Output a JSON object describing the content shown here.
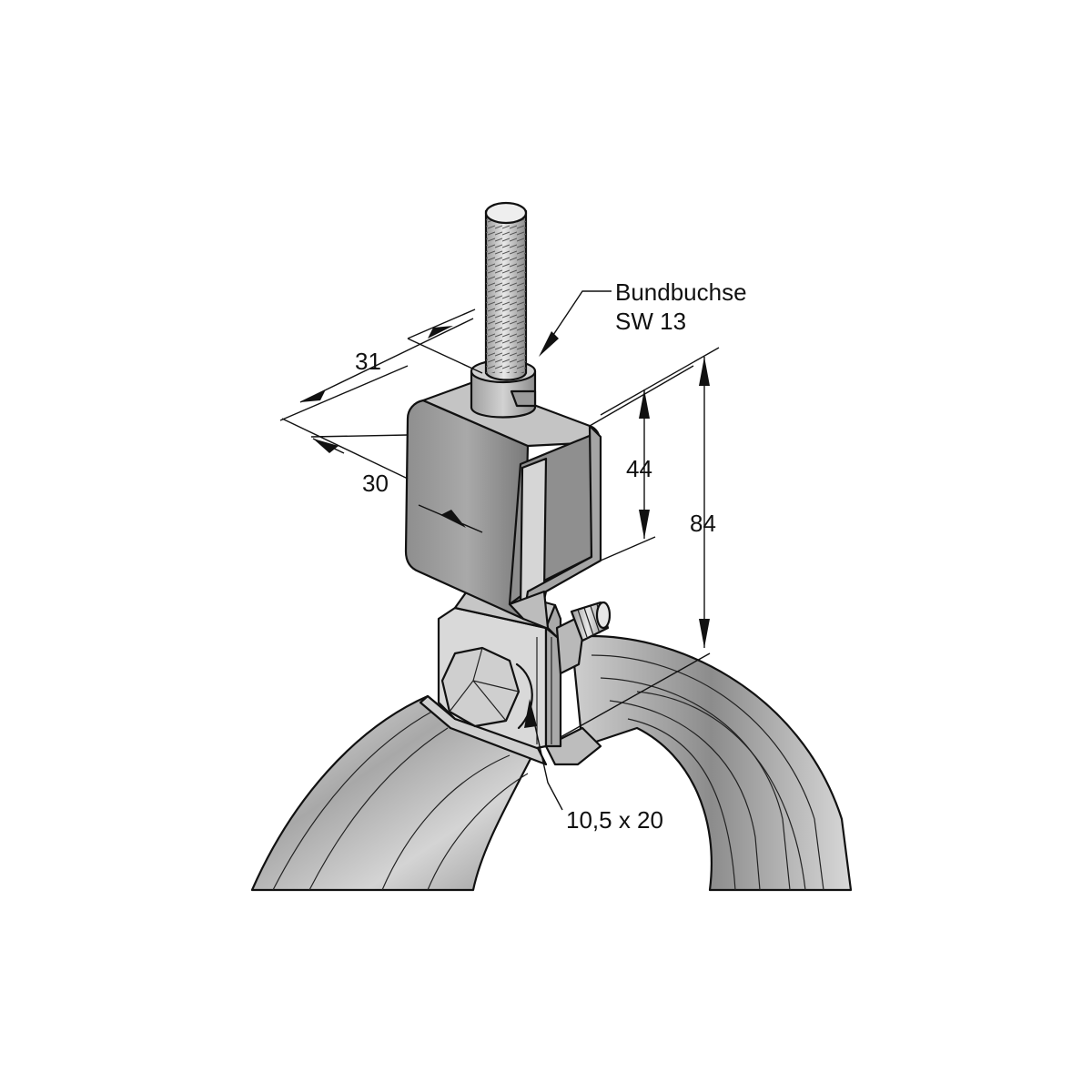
{
  "labels": {
    "bundbuchse_line1": "Bundbuchse",
    "bundbuchse_line2": "SW 13",
    "dim_31": "31",
    "dim_30": "30",
    "dim_44": "44",
    "dim_84": "84",
    "slot": "10,5 x 20"
  },
  "colors": {
    "steel_dark": "#8a8a8a",
    "steel_mid": "#b5b5b5",
    "steel_light": "#dcdcdc",
    "outline": "#111111",
    "background": "#ffffff"
  }
}
